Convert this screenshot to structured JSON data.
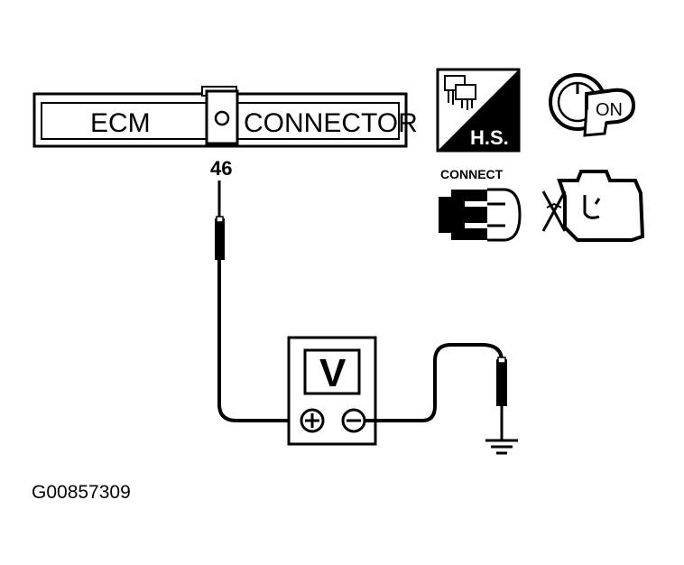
{
  "connector": {
    "left_label": "ECM",
    "right_label": "CONNECTOR",
    "pin_number": "46"
  },
  "icons": {
    "harness_label": "H.S.",
    "ignition_label": "ON",
    "connect_label": "CONNECT"
  },
  "meter": {
    "label": "V"
  },
  "figure_id": "G00857309"
}
